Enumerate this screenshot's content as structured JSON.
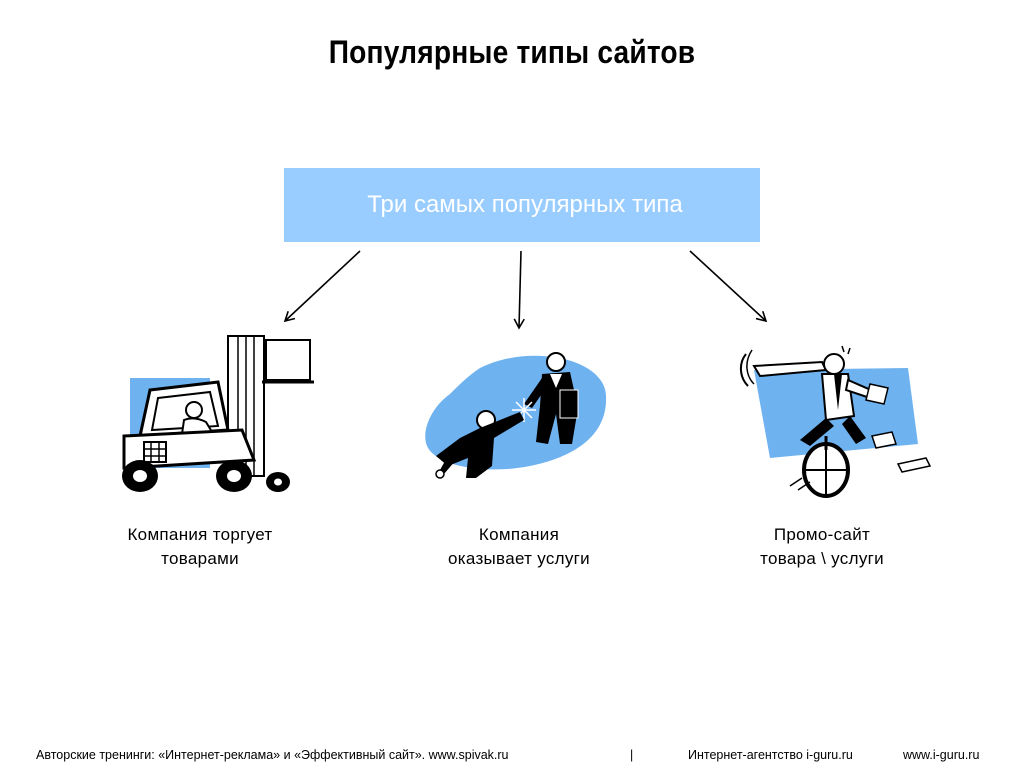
{
  "slide": {
    "title": "Популярные типы сайтов",
    "top_box": "Три самых популярных типа",
    "colors": {
      "box_fill": "#99ccff",
      "box_text": "#ffffff",
      "illustration_blue": "#6fb2f0",
      "ink": "#000000"
    },
    "items": [
      {
        "illustration": "forklift-worker-icon",
        "caption_lines": [
          "Компания торгует",
          "товарами"
        ]
      },
      {
        "illustration": "handshake-icon",
        "caption_lines": [
          "Компания",
          "оказывает услуги"
        ]
      },
      {
        "illustration": "unicycle-businessman-icon",
        "caption_lines": [
          "Промо-сайт",
          "товара \\ услуги"
        ]
      }
    ]
  },
  "footer": {
    "trainings": "Авторские тренинги: «Интернет-реклама» и «Эффективный сайт».  www.spivak.ru",
    "separator": "|",
    "agency": "Интернет-агентство i-guru.ru",
    "site": "www.i-guru.ru"
  }
}
